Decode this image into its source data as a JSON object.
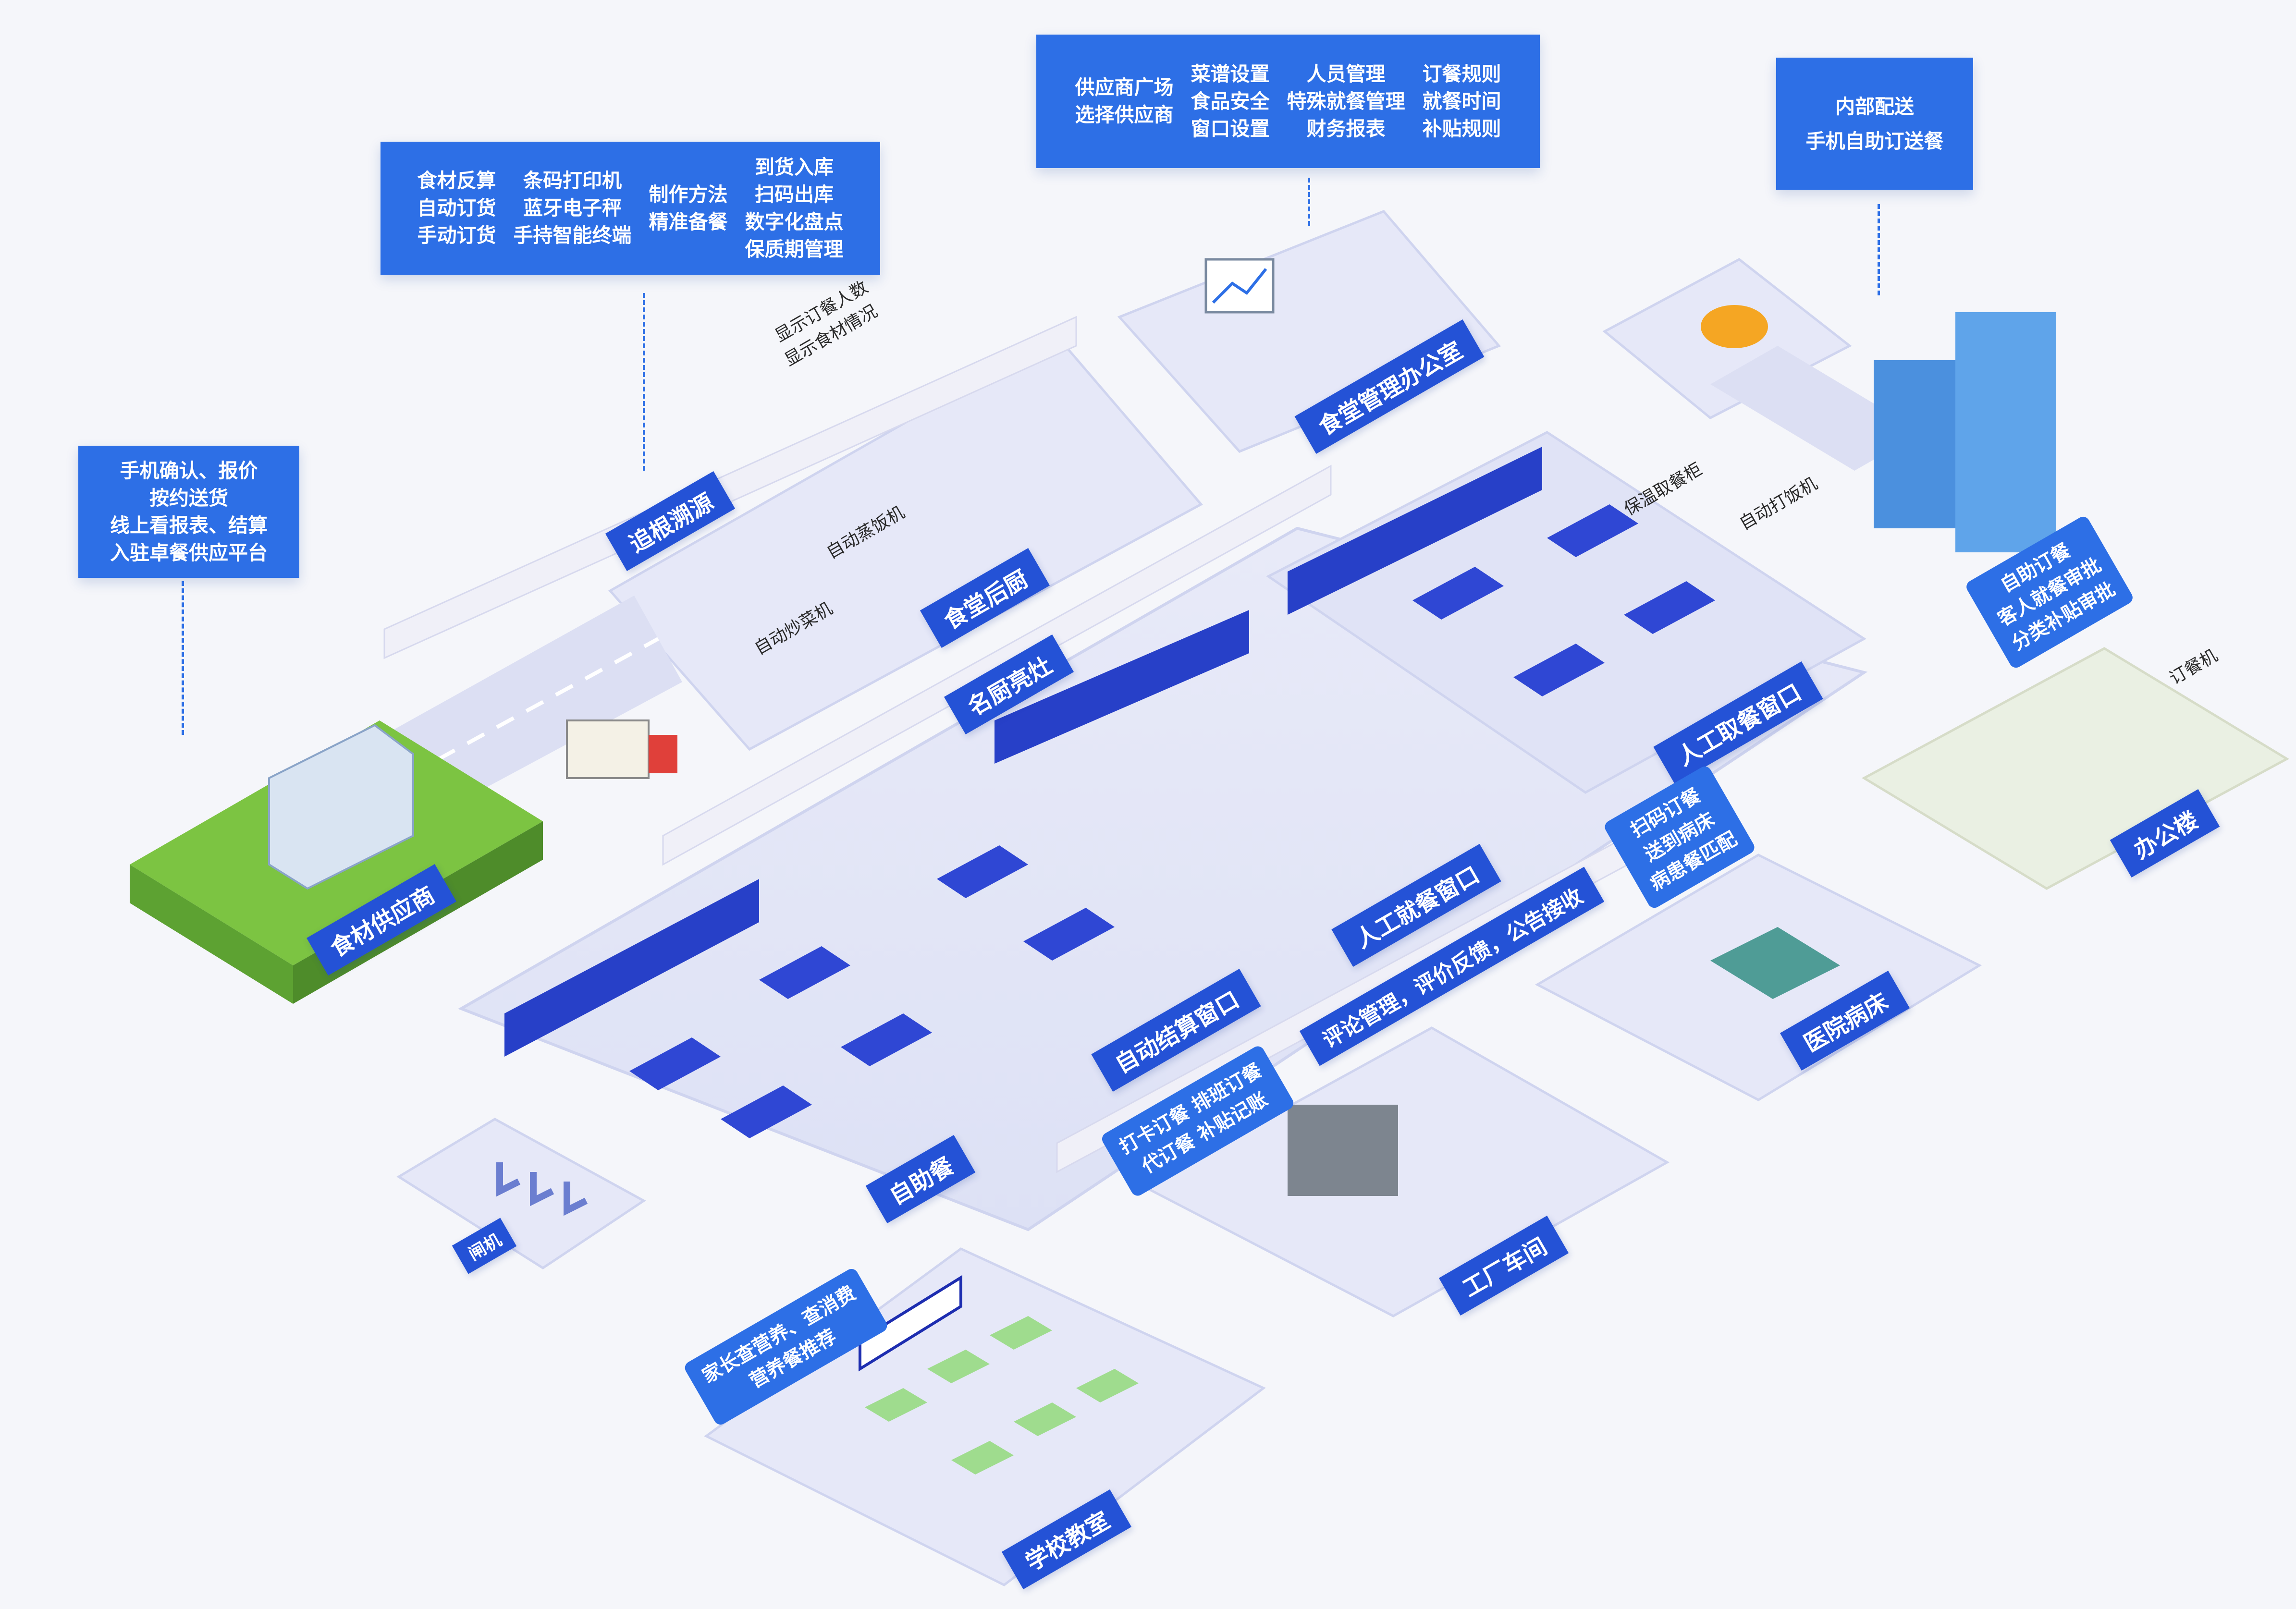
{
  "colors": {
    "background": "#f5f6fa",
    "platform": "#e3e6f7",
    "platform_edge": "#cfd4ef",
    "accent_blue": "#2d6fe6",
    "label_blue": "#2452d6",
    "grass": "#7cc442",
    "road": "#d9dcf2"
  },
  "info_boxes": {
    "supplier": {
      "lines": [
        "手机确认、报价",
        "按约送货",
        "线上看报表、结算",
        "入驻卓餐供应平台"
      ]
    },
    "kitchen_tools": {
      "col1": [
        "食材反算",
        "自动订货",
        "手动订货"
      ],
      "col2": [
        "条码打印机",
        "蓝牙电子秤",
        "手持智能终端"
      ],
      "col3": [
        "制作方法",
        "精准备餐"
      ],
      "col4": [
        "到货入库",
        "扫码出库",
        "数字化盘点",
        "保质期管理"
      ]
    },
    "management": {
      "col1": [
        "供应商广场",
        "选择供应商"
      ],
      "col2": [
        "菜谱设置",
        "食品安全",
        "窗口设置"
      ],
      "col3": [
        "人员管理",
        "特殊就餐管理",
        "财务报表"
      ],
      "col4": [
        "订餐规则",
        "就餐时间",
        "补贴规则"
      ]
    },
    "delivery": {
      "lines": [
        "内部配送",
        "手机自助订送餐"
      ]
    }
  },
  "zones": {
    "supplier": "食材供应商",
    "trace": "追根溯源",
    "back_kitchen": "食堂后厨",
    "famous_stove": "名厨亮灶",
    "office_mgmt": "食堂管理办公室",
    "manual_pickup": "人工取餐窗口",
    "manual_dining": "人工就餐窗口",
    "auto_checkout": "自动结算窗口",
    "buffet": "自助餐",
    "feedback": "评论管理，评价反馈，公告接收",
    "factory": "工厂车间",
    "hospital": "医院病床",
    "office_building": "办公楼",
    "school": "学校教室",
    "gate": "闸机"
  },
  "rotated_boxes": {
    "hospital_features": [
      "扫码订餐",
      "送到病床",
      "病患餐匹配"
    ],
    "office_features": [
      "自助订餐",
      "客人就餐审批",
      "分类补贴审批"
    ],
    "factory_features": [
      "打卡订餐  排班订餐",
      "代订餐  补贴记账"
    ],
    "school_features": [
      "家长查营养、查消费",
      "营养餐推荐"
    ]
  },
  "equipment_labels": {
    "display": [
      "显示订餐人数",
      "显示食材情况"
    ],
    "auto_steamer": "自动蒸饭机",
    "auto_wok": "自动炒菜机",
    "warm_cabinet": "保温取餐柜",
    "auto_rice": "自动打饭机",
    "order_machine": "订餐机"
  }
}
